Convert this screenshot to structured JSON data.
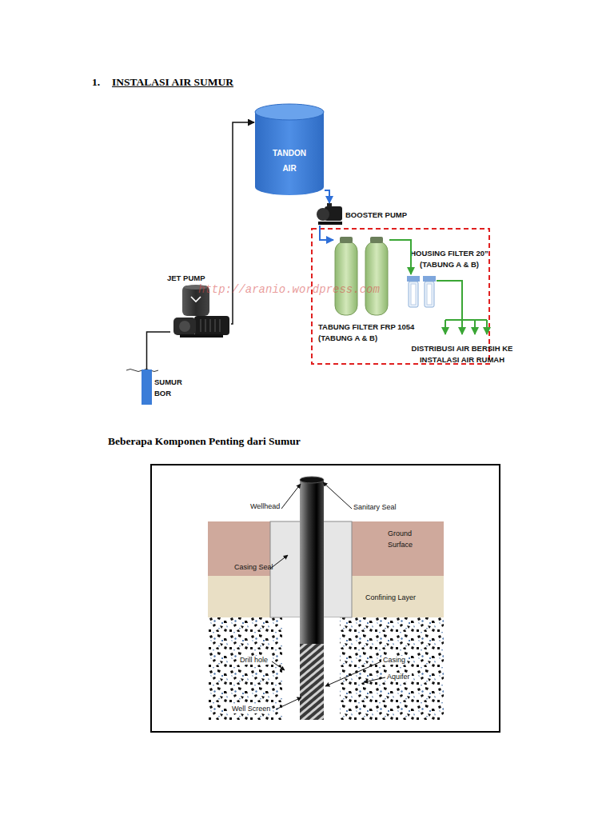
{
  "diagram": {
    "title": "INSTALASI AIR SUMUR",
    "nodes": [
      {
        "text": [
          "SUMUR BOR"
        ]
      },
      {
        "text": [
          "JET PUMP"
        ]
      },
      {
        "text": [
          "TANDON AIR"
        ]
      },
      {
        "text": [
          "BOOSTER PUMP"
        ]
      },
      {
        "text": [
          "TABUNG FILTER FRP 1054 (TABUNG A & B)"
        ]
      },
      {
        "text": [
          "HOUSING FILTER 20” (TABUNG A & B)"
        ]
      },
      {
        "text": [
          "DISTRIBUSI AIR BERSIH KE INSTALASI AIR RUMAH"
        ]
      }
    ],
    "edges": [
      {
        "from": 0,
        "to": 1,
        "arrow": "none"
      },
      {
        "from": 1,
        "to": 2,
        "arrow": "to"
      },
      {
        "from": 2,
        "to": 3,
        "arrow": "to"
      },
      {
        "from": 3,
        "to": 4,
        "arrow": "to"
      },
      {
        "from": 4,
        "to": 5,
        "arrow": "to"
      },
      {
        "from": 5,
        "to": 6,
        "arrow": "to"
      }
    ],
    "labels": [
      "1.",
      "http://aranio.wordpress.com",
      "Beberapa Komponen Penting dari Sumur",
      "Wellhead",
      "Sanitary Seal",
      "Ground Surface",
      "Casing Seal",
      "Confining Layer",
      "Drill hole",
      "Casing",
      "Aquifer",
      "Well Screen"
    ]
  }
}
